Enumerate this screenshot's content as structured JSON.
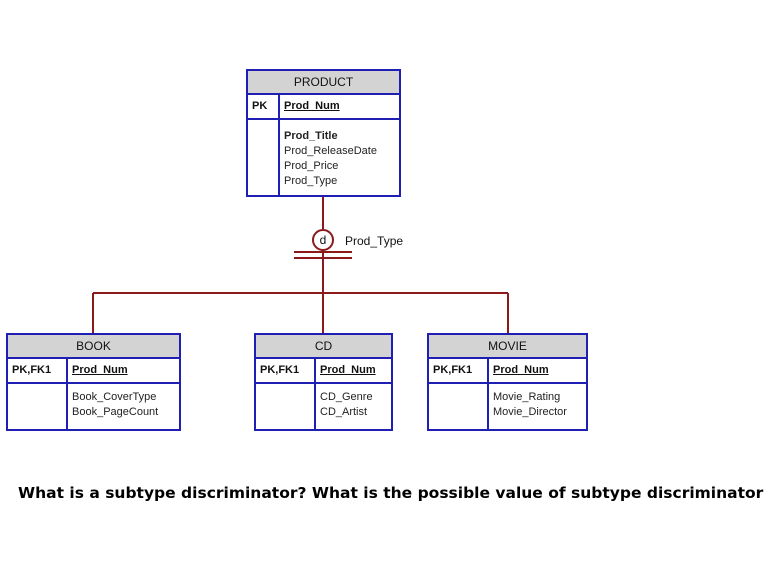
{
  "entities": {
    "product": {
      "name": "PRODUCT",
      "key_label": "PK",
      "key_attr": "Prod_Num",
      "attrs": [
        "Prod_Title",
        "Prod_ReleaseDate",
        "Prod_Price",
        "Prod_Type"
      ]
    },
    "book": {
      "name": "BOOK",
      "key_label": "PK,FK1",
      "key_attr": "Prod_Num",
      "attrs": [
        "Book_CoverType",
        "Book_PageCount"
      ]
    },
    "cd": {
      "name": "CD",
      "key_label": "PK,FK1",
      "key_attr": "Prod_Num",
      "attrs": [
        "CD_Genre",
        "CD_Artist"
      ]
    },
    "movie": {
      "name": "MOVIE",
      "key_label": "PK,FK1",
      "key_attr": "Prod_Num",
      "attrs": [
        "Movie_Rating",
        "Movie_Director"
      ]
    }
  },
  "subtype": {
    "symbol": "d",
    "discriminator": "Prod_Type"
  },
  "colors": {
    "entity_border": "#1f1fb4",
    "header_fill": "#d3d3d3",
    "connector": "#8b1a1a"
  },
  "question": "What is a subtype discriminator? What is the possible value of subtype discriminator"
}
